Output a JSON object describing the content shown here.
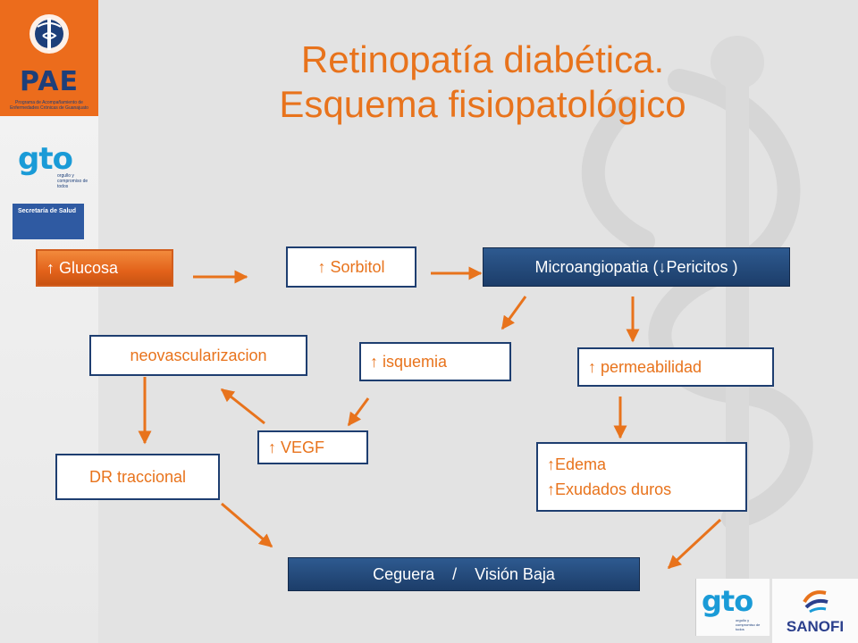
{
  "slide": {
    "title_line1": "Retinopatía diabética.",
    "title_line2": "Esquema fisiopatológico"
  },
  "logos": {
    "pae_text": "PAE",
    "pae_caption": "Programa de Acompañamiento de Enfermedades Crónicas de Guanajuato",
    "gto_left": "gto",
    "gto_left_sub": "orgullo y compromiso de todos",
    "secretaria": "Secretaría de Salud",
    "gto_bottom": "gto",
    "gto_bottom_sub": "orgullo y compromiso de todos",
    "sanofi": "SANOFI"
  },
  "diagram": {
    "nodes": {
      "glucosa": "↑ Glucosa",
      "sorbitol": "↑ Sorbitol",
      "microangiopatia": "Microangiopatia (↓Pericitos )",
      "neovascularizacion": "neovascularizacion",
      "isquemia": "↑ isquemia",
      "permeabilidad": "↑ permeabilidad",
      "vegf": "↑ VEGF",
      "dr_traccional": "DR traccional",
      "edema": "↑Edema",
      "exudados": "↑Exudados duros",
      "ceguera": "Ceguera    /    Visión Baja"
    },
    "colors": {
      "accent_orange": "#e8731c",
      "box_border_blue": "#1e3e70",
      "arrow_orange": "#e8731c"
    }
  }
}
